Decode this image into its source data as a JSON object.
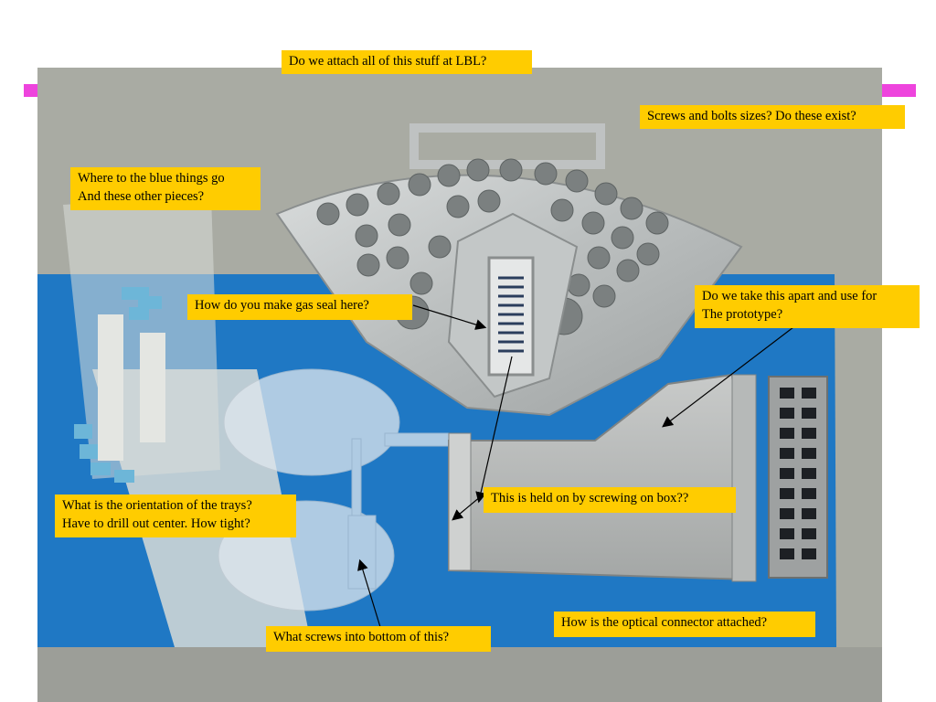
{
  "slide": {
    "accent_color": "#ee44dd",
    "callout_bg": "#ffcc00",
    "photo_bg": "#a9aba3",
    "board_color": "#1f78c4"
  },
  "callouts": {
    "lbl_attach": "Do we attach all of this stuff at LBL?",
    "screws_sizes": "Screws and bolts sizes? Do these exist?",
    "blue_things_line1": "Where to the blue things go",
    "blue_things_line2": "And these other pieces?",
    "gas_seal": "How do you make gas seal here?",
    "take_apart_line1": "Do we take this apart and use for",
    "take_apart_line2": "The prototype?",
    "held_on": "This is held on by screwing on box??",
    "trays_line1": "What is the orientation of the trays?",
    "trays_line2": "Have to drill out center. How tight?",
    "optical": "How is the optical connector attached?",
    "screws_bottom": "What screws into bottom of this?"
  },
  "icons": [
    "photo-of-detector-parts",
    "callout-arrow"
  ]
}
